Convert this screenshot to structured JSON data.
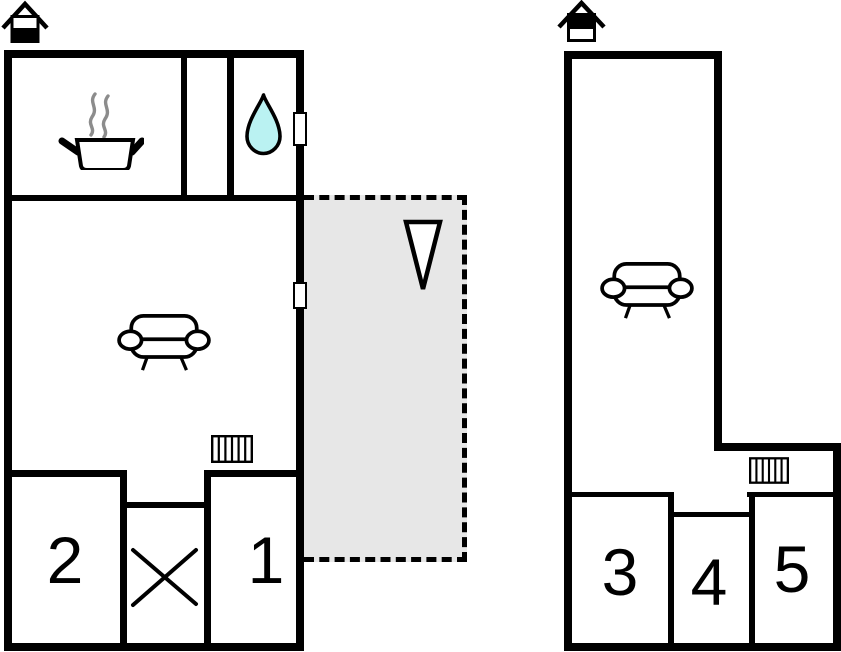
{
  "page": {
    "type": "floor-plan",
    "background": "#ffffff"
  },
  "colors": {
    "wall": "#000000",
    "terrace_fill": "#e7e7e7",
    "water_drop": "#baf2f2",
    "steam": "#8c8c8c",
    "label_text": "#000000"
  },
  "left_building": {
    "entrance_icon": "entrance-house-icon",
    "kitchen_icon": "cooking-pot-icon",
    "bathroom_icon": "water-drop-icon",
    "living_room_icons": [
      "sofa-icon",
      "radiator-icon"
    ],
    "stairs_icon": "stairs-cross-icon",
    "window_markers": 2,
    "rooms": [
      {
        "label": "2"
      },
      {
        "label": "1"
      }
    ],
    "terrace": {
      "outline": "dashed",
      "compass_icon": "north-arrow-icon"
    }
  },
  "right_building": {
    "entrance_icon": "entrance-house-icon",
    "living_room_icons": [
      "sofa-icon",
      "radiator-icon"
    ],
    "rooms": [
      {
        "label": "3"
      },
      {
        "label": "4"
      },
      {
        "label": "5"
      }
    ]
  }
}
